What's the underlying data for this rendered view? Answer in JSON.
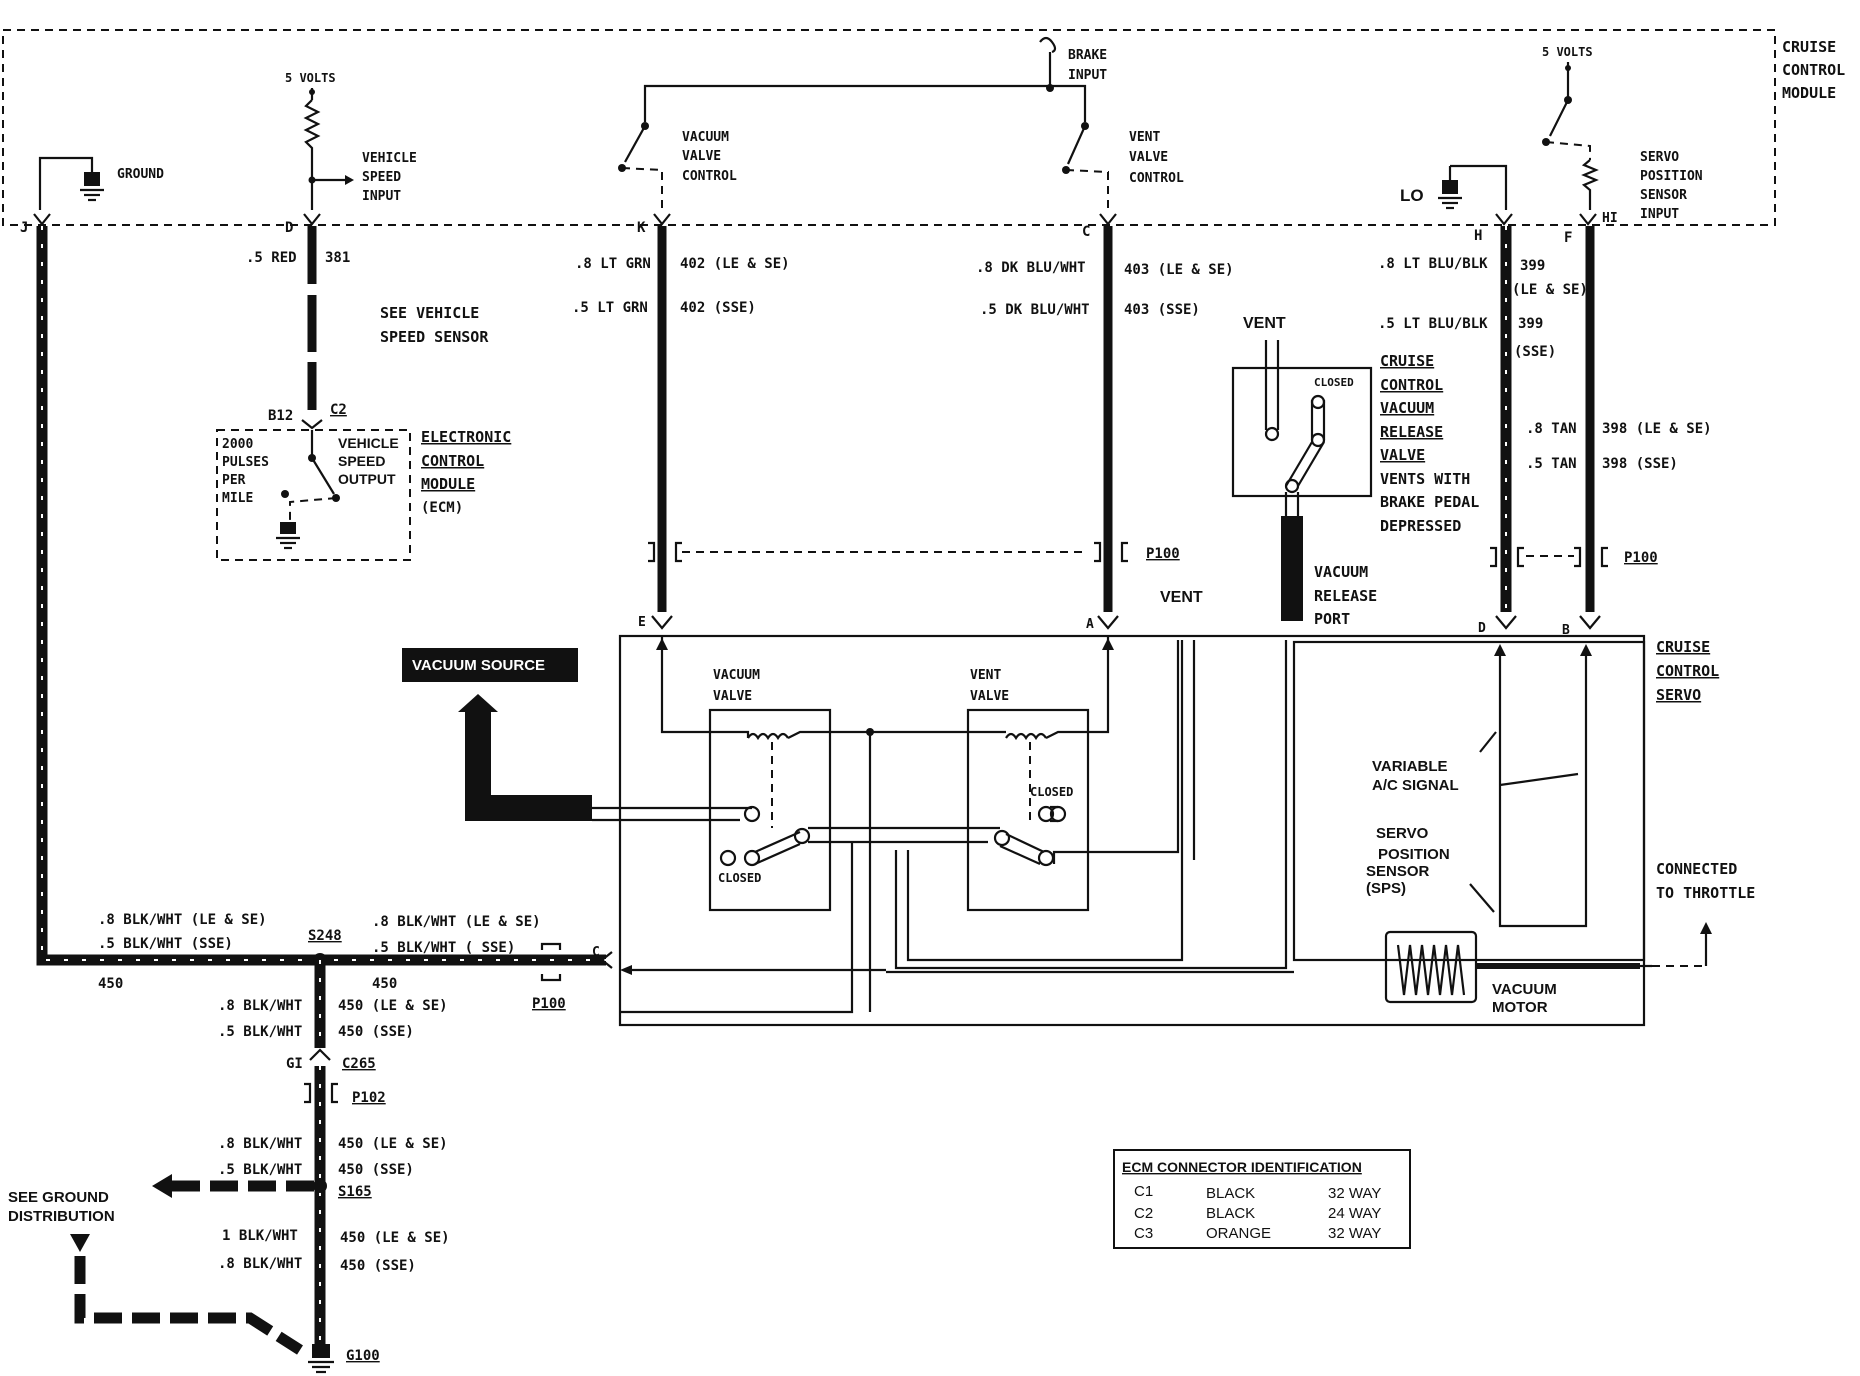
{
  "module": {
    "title_1": "CRUISE",
    "title_2": "CONTROL",
    "title_3": "MODULE"
  },
  "module_internal": {
    "ground": "GROUND",
    "five_volts_left": "5 VOLTS",
    "vss_input_1": "VEHICLE",
    "vss_input_2": "SPEED",
    "vss_input_3": "INPUT",
    "brake_1": "BRAKE",
    "brake_2": "INPUT",
    "vac_ctrl_1": "VACUUM",
    "vac_ctrl_2": "VALVE",
    "vac_ctrl_3": "CONTROL",
    "vent_ctrl_1": "VENT",
    "vent_ctrl_2": "VALVE",
    "vent_ctrl_3": "CONTROL",
    "five_volts_right": "5 VOLTS",
    "lo": "LO",
    "hi": "HI",
    "sps_in_1": "SERVO",
    "sps_in_2": "POSITION",
    "sps_in_3": "SENSOR",
    "sps_in_4": "INPUT"
  },
  "pins": {
    "J": "J",
    "D": "D",
    "K": "K",
    "C": "C",
    "H": "H",
    "F": "F"
  },
  "wires": {
    "d_color": ".5 RED",
    "d_circuit": "381",
    "k_color_1": ".8 LT GRN",
    "k_circuit_1": "402 (LE & SE)",
    "k_color_2": ".5 LT GRN",
    "k_circuit_2": "402 (SSE)",
    "c_color_1": ".8 DK BLU/WHT",
    "c_circuit_1": "403 (LE & SE)",
    "c_color_2": ".5 DK BLU/WHT",
    "c_circuit_2": "403 (SSE)",
    "h_color_1": ".8 LT BLU/BLK",
    "h_circuit_1a": "399",
    "h_circuit_1b": "(LE & SE)",
    "h_color_2": ".5 LT BLU/BLK",
    "h_circuit_2a": "399",
    "h_circuit_2b": "(SSE)",
    "f_color_1": ".8 TAN",
    "f_circuit_1": "398 (LE & SE)",
    "f_color_2": ".5 TAN",
    "f_circuit_2": "398 (SSE)"
  },
  "vss": {
    "see_1": "SEE VEHICLE",
    "see_2": "SPEED SENSOR"
  },
  "ecm": {
    "pin": "B12",
    "connector": "C2",
    "pulses_1": "2000",
    "pulses_2": "PULSES",
    "pulses_3": "PER",
    "pulses_4": "MILE",
    "out_1": "VEHICLE",
    "out_2": "SPEED",
    "out_3": "OUTPUT",
    "name_1": "ELECTRONIC",
    "name_2": "CONTROL",
    "name_3": "MODULE",
    "name_4": "(ECM)"
  },
  "release_valve": {
    "vent": "VENT",
    "closed": "CLOSED",
    "l1": "CRUISE",
    "l2": "CONTROL",
    "l3": "VACUUM",
    "l4": "RELEASE",
    "l5": "VALVE",
    "l6": "VENTS WITH",
    "l7": "BRAKE PEDAL",
    "l8": "DEPRESSED",
    "port_1": "VACUUM",
    "port_2": "RELEASE",
    "port_3": "PORT"
  },
  "connectors": {
    "p100_a": "P100",
    "p100_b": "P100",
    "p100_c": "P100",
    "p102": "P102",
    "c265": "C265",
    "gi": "GI"
  },
  "servo": {
    "pin_E": "E",
    "pin_A": "A",
    "pin_D": "D",
    "pin_B": "B",
    "pin_C": "C",
    "vent": "VENT",
    "vacuum_source": "VACUUM SOURCE",
    "vac_valve_1": "VACUUM",
    "vac_valve_2": "VALVE",
    "vent_valve_1": "VENT",
    "vent_valve_2": "VALVE",
    "closed_a": "CLOSED",
    "closed_b": "CLOSED",
    "title_1": "CRUISE",
    "title_2": "CONTROL",
    "title_3": "SERVO",
    "ac_1": "VARIABLE",
    "ac_2": "A/C SIGNAL",
    "sps_1": "SERVO",
    "sps_2": "POSITION",
    "sps_3": "SENSOR",
    "sps_4": "(SPS)",
    "motor_1": "VACUUM",
    "motor_2": "MOTOR",
    "throttle_1": "CONNECTED",
    "throttle_2": "TO THROTTLE"
  },
  "ground_circuit": {
    "left_1": ".8 BLK/WHT (LE & SE)",
    "left_2": ".5 BLK/WHT (SSE)",
    "left_num": "450",
    "right_1": ".8 BLK/WHT (LE & SE)",
    "right_2": ".5 BLK/WHT ( SSE)",
    "right_num": "450",
    "s248": "S248",
    "v1_color_1": ".8 BLK/WHT",
    "v1_circ_1": "450 (LE & SE)",
    "v1_color_2": ".5 BLK/WHT",
    "v1_circ_2": "450 (SSE)",
    "v2_color_1": ".8 BLK/WHT",
    "v2_circ_1": "450 (LE & SE)",
    "v2_color_2": ".5 BLK/WHT",
    "v2_circ_2": "450 (SSE)",
    "s165": "S165",
    "v3_color_1": "1 BLK/WHT",
    "v3_circ_1": "450 (LE & SE)",
    "v3_color_2": ".8 BLK/WHT",
    "v3_circ_2": "450 (SSE)",
    "see_ground_1": "SEE GROUND",
    "see_ground_2": "DISTRIBUTION",
    "g100": "G100"
  },
  "ecm_table": {
    "title": "ECM CONNECTOR IDENTIFICATION",
    "rows": [
      {
        "id": "C1",
        "color": "BLACK",
        "size": "32 WAY"
      },
      {
        "id": "C2",
        "color": "BLACK",
        "size": "24 WAY"
      },
      {
        "id": "C3",
        "color": "ORANGE",
        "size": "32 WAY"
      }
    ]
  }
}
